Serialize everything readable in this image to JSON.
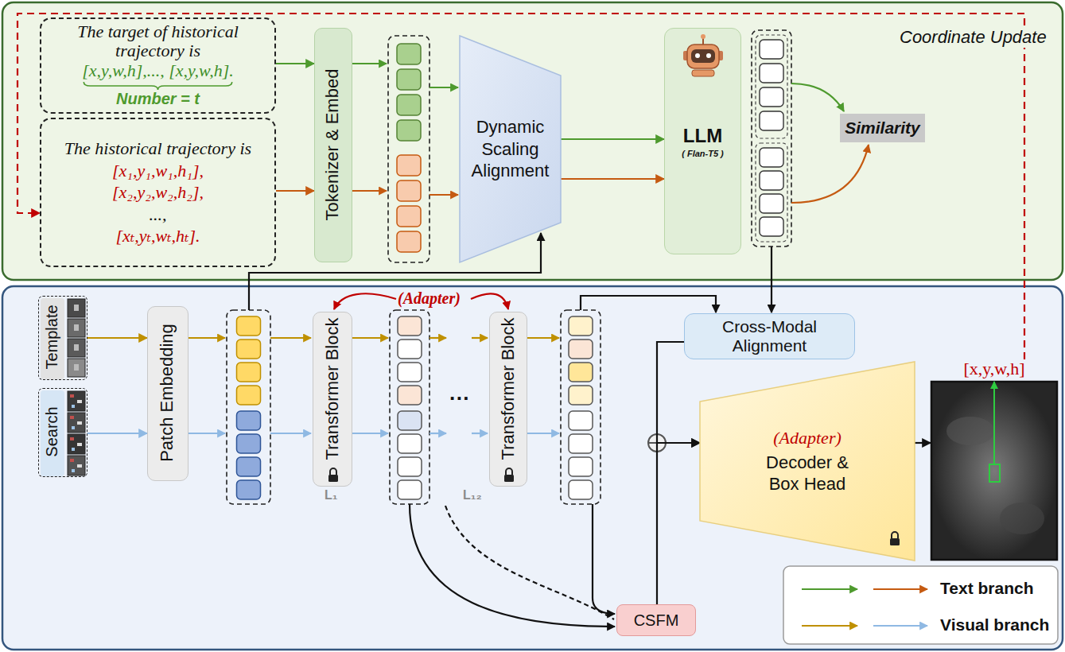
{
  "diagram": {
    "nodes": [
      {
        "text": [
          "The target of historical trajectory is [x,y,w,h],..., [x,y,w,h].",
          "Number = t"
        ]
      },
      {
        "text": [
          "The historical trajectory is [x₁,y₁,w₁,h₁], [x₂,y₂,w₂,h₂], ..., [xₜ,yₜ,wₜ,hₜ]."
        ]
      },
      {
        "text": [
          "Tokenizer & Embed"
        ]
      },
      {
        "text": [
          "Dynamic Scaling Alignment"
        ]
      },
      {
        "text": [
          "LLM",
          "( Flan-T5 )"
        ]
      },
      {
        "text": [
          "Similarity"
        ]
      },
      {
        "text": [
          "Template"
        ]
      },
      {
        "text": [
          "Search"
        ]
      },
      {
        "text": [
          "Patch Embedding"
        ]
      },
      {
        "text": [
          "Transformer Block"
        ]
      },
      {
        "text": [
          "Transformer Block"
        ]
      },
      {
        "text": [
          "Cross-Modal Alignment"
        ]
      },
      {
        "text": [
          "(Adapter)",
          "Decoder & Box Head"
        ]
      },
      {
        "text": [
          "[x,y,w,h]"
        ]
      },
      {
        "text": [
          "CSFM"
        ]
      }
    ],
    "edges": [
      {
        "from": 0,
        "to": 2,
        "arrow": "to"
      },
      {
        "from": 1,
        "to": 2,
        "arrow": "to"
      },
      {
        "from": 3,
        "to": 4,
        "arrow": "to"
      },
      {
        "from": 3,
        "to": 4,
        "arrow": "to"
      },
      {
        "from": 13,
        "to": 1,
        "label": "Coordinate Update",
        "arrow": "to"
      },
      {
        "from": 6,
        "to": 8,
        "arrow": "to"
      },
      {
        "from": 7,
        "to": 8,
        "arrow": "to"
      },
      {
        "from": 11,
        "to": 12,
        "arrow": "to"
      },
      {
        "from": 14,
        "to": 12,
        "arrow": "to"
      },
      {
        "from": 12,
        "to": 13,
        "arrow": "to"
      }
    ],
    "labels": [
      "(Adapter)",
      "L₁",
      "···",
      "L₁₂"
    ],
    "legend": [
      {
        "text": "Text branch"
      },
      {
        "text": "Visual branch"
      }
    ]
  }
}
